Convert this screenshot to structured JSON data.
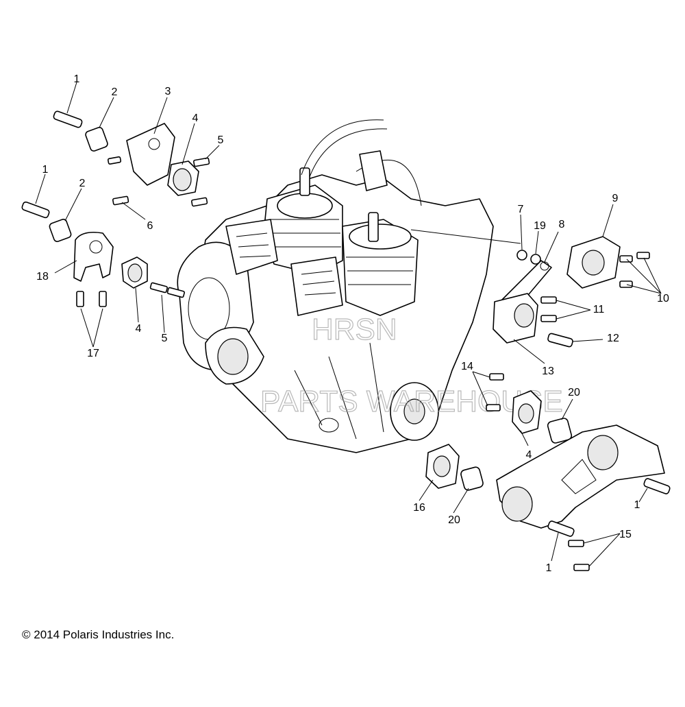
{
  "copyright": "© 2014 Polaris Industries Inc.",
  "callouts": {
    "c1a": "1",
    "c2a": "2",
    "c3": "3",
    "c4a": "4",
    "c5a": "5",
    "c6": "6",
    "c1b": "1",
    "c2b": "2",
    "c18": "18",
    "c4b": "4",
    "c5b": "5",
    "c17": "17",
    "c7": "7",
    "c19": "19",
    "c8": "8",
    "c9": "9",
    "c10": "10",
    "c11": "11",
    "c12": "12",
    "c13": "13",
    "c14": "14",
    "c4c": "4",
    "c20a": "20",
    "c16": "16",
    "c20b": "20",
    "c1c": "1",
    "c15": "15",
    "c1d": "1"
  }
}
